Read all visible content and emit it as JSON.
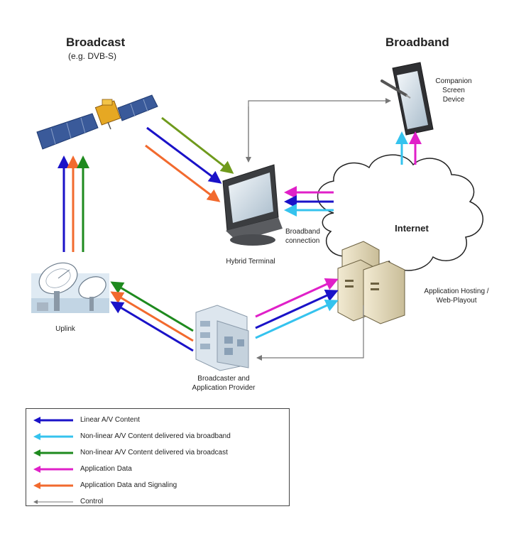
{
  "headings": {
    "broadcast": "Broadcast",
    "broadcast_sub": "(e.g. DVB-S)",
    "broadband": "Broadband"
  },
  "nodes": {
    "companion_line1": "Companion",
    "companion_line2": "Screen",
    "companion_line3": "Device",
    "hybrid_terminal": "Hybrid Terminal",
    "broadband_line1": "Broadband",
    "broadband_line2": "connection",
    "internet": "Internet",
    "hosting_line1": "Application Hosting /",
    "hosting_line2": "Web-Playout",
    "uplink": "Uplink",
    "broadcaster_line1": "Broadcaster and",
    "broadcaster_line2": "Application Provider"
  },
  "colors": {
    "linear": "#1a12c8",
    "nonlinear_broadband": "#35c3ee",
    "nonlinear_broadcast": "#1e8a1e",
    "application_data": "#e020c8",
    "signaling": "#f26a2e",
    "control": "#777777",
    "olive": "#6f9a1c"
  },
  "legend": [
    {
      "label": "Linear A/V Content",
      "color_key": "linear",
      "style": "thick"
    },
    {
      "label": "Non-linear A/V Content delivered via broadband",
      "color_key": "nonlinear_broadband",
      "style": "thick"
    },
    {
      "label": "Non-linear A/V Content delivered via broadcast",
      "color_key": "nonlinear_broadcast",
      "style": "thick"
    },
    {
      "label": "Application Data",
      "color_key": "application_data",
      "style": "thick"
    },
    {
      "label": "Application Data and Signaling",
      "color_key": "signaling",
      "style": "thick"
    },
    {
      "label": "Control",
      "color_key": "control",
      "style": "thin"
    }
  ]
}
